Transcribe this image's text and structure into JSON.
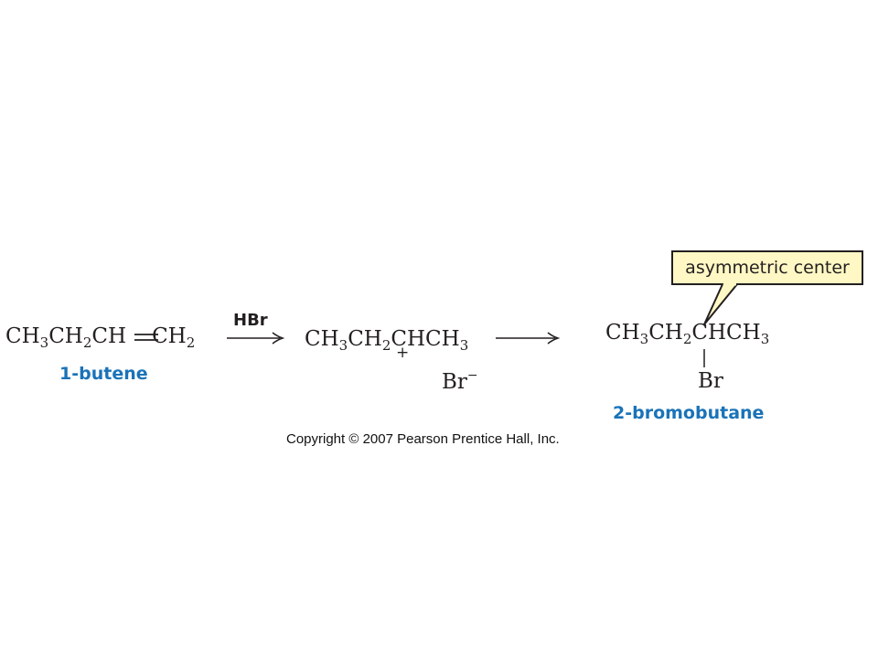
{
  "reactant": {
    "formula_a": "CH",
    "sub_a": "3",
    "formula_b": "CH",
    "sub_b": "2",
    "formula_c": "CH",
    "formula_d": "CH",
    "sub_d": "2",
    "name": "1-butene"
  },
  "reagent": "HBr",
  "intermediate": {
    "formula_a": "CH",
    "sub_a": "3",
    "formula_b": "CH",
    "sub_b": "2",
    "formula_c": "CHCH",
    "sub_c": "3",
    "charge": "+",
    "counterion": "Br",
    "counterion_charge": "−"
  },
  "product": {
    "formula_a": "CH",
    "sub_a": "3",
    "formula_b": "CH",
    "sub_b": "2",
    "formula_c": "CHCH",
    "sub_c": "3",
    "substituent": "Br",
    "name": "2-bromobutane"
  },
  "callout_text": "asymmetric center",
  "copyright": "Copyright © 2007 Pearson Prentice Hall, Inc.",
  "colors": {
    "label": "#1a73b8",
    "callout_bg": "#fff8c4",
    "ink": "#231f20"
  }
}
